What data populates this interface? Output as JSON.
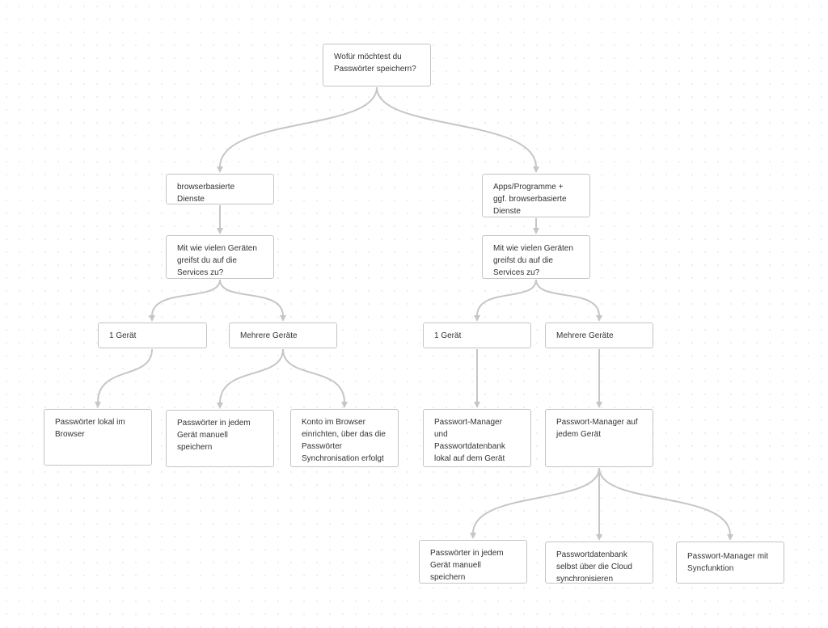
{
  "colors": {
    "background": "#ffffff",
    "node_border": "#c4c4c4",
    "edge": "#c6c6c6",
    "text": "#333333"
  },
  "nodes": {
    "root": "Wofür möchtest du\nPasswörter speichern?",
    "browser": "browserbasierte\nDienste",
    "apps": "Apps/Programme +\nggf. browserbasierte\nDienste",
    "q_left": "Mit wie vielen Geräten\ngreifst du auf die\nServices zu?",
    "q_right": "Mit wie vielen Geräten\ngreifst du auf die\nServices zu?",
    "one_left": "1 Gerät",
    "multi_left": "Mehrere Geräte",
    "one_right": "1 Gerät",
    "multi_right": "Mehrere Geräte",
    "local_browser": "Passwörter lokal im\nBrowser",
    "manual_left": "Passwörter in jedem\nGerät manuell\nspeichern",
    "browser_account": "Konto im Browser\neinrichten, über das die\nPasswörter\nSynchronisation erfolgt",
    "pm_local": "Passwort-Manager\nund\nPasswortdatenbank\nlokal auf dem Gerät",
    "pm_each": "Passwort-Manager auf\njedem Gerät",
    "manual_right": "Passwörter in jedem\nGerät manuell\nspeichern",
    "cloud_sync": "Passwortdatenbank\nselbst über die Cloud\nsynchronisieren",
    "pm_sync": "Passwort-Manager mit\nSyncfunktion"
  }
}
